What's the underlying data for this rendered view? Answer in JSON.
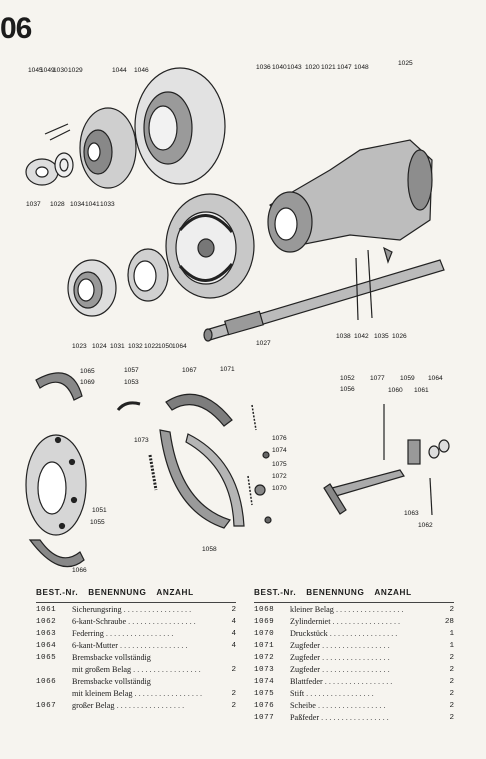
{
  "page": {
    "number": "06"
  },
  "diagram": {
    "callouts": [
      "1045",
      "1049",
      "1030",
      "1029",
      "1044",
      "1046",
      "1036",
      "1040",
      "1043",
      "1020",
      "1021",
      "1047",
      "1048",
      "1025",
      "1037",
      "1028",
      "1034",
      "1041",
      "1033",
      "1023",
      "1024",
      "1031",
      "1032",
      "1022",
      "1050",
      "1064",
      "1027",
      "1038",
      "1042",
      "1035",
      "1026",
      "1065",
      "1069",
      "1057",
      "1053",
      "1067",
      "1071",
      "1073",
      "1076",
      "1074",
      "1075",
      "1072",
      "1070",
      "1051",
      "1055",
      "1066",
      "1058",
      "1052",
      "1056",
      "1077",
      "1059",
      "1060",
      "1061",
      "1064",
      "1063",
      "1062"
    ]
  },
  "table": {
    "headers": {
      "nr": "BEST.-Nr.",
      "name": "BENENNUNG",
      "qty": "ANZAHL"
    },
    "left": [
      {
        "nr": "1061",
        "name": "Sicherungsring",
        "qty": "2"
      },
      {
        "nr": "1062",
        "name": "6-kant-Schraube",
        "qty": "4"
      },
      {
        "nr": "1063",
        "name": "Federring",
        "qty": "4"
      },
      {
        "nr": "1064",
        "name": "6-kant-Mutter",
        "qty": "4"
      },
      {
        "nr": "1065",
        "name": "Bremsbacke vollständig",
        "qty": ""
      },
      {
        "nr": "",
        "name": "mit großem Belag",
        "qty": "2"
      },
      {
        "nr": "1066",
        "name": "Bremsbacke vollständig",
        "qty": ""
      },
      {
        "nr": "",
        "name": "mit kleinem Belag",
        "qty": "2"
      },
      {
        "nr": "1067",
        "name": "großer Belag",
        "qty": "2"
      }
    ],
    "right": [
      {
        "nr": "1068",
        "name": "kleiner Belag",
        "qty": "2"
      },
      {
        "nr": "1069",
        "name": "Zylinderniet",
        "qty": "28"
      },
      {
        "nr": "1070",
        "name": "Druckstück",
        "qty": "1"
      },
      {
        "nr": "1071",
        "name": "Zugfeder",
        "qty": "1"
      },
      {
        "nr": "1072",
        "name": "Zugfeder",
        "qty": "2"
      },
      {
        "nr": "1073",
        "name": "Zugfeder",
        "qty": "2"
      },
      {
        "nr": "1074",
        "name": "Blattfeder",
        "qty": "2"
      },
      {
        "nr": "1075",
        "name": "Stift",
        "qty": "2"
      },
      {
        "nr": "1076",
        "name": "Scheibe",
        "qty": "2"
      },
      {
        "nr": "1077",
        "name": "Paßfeder",
        "qty": "2"
      }
    ]
  }
}
